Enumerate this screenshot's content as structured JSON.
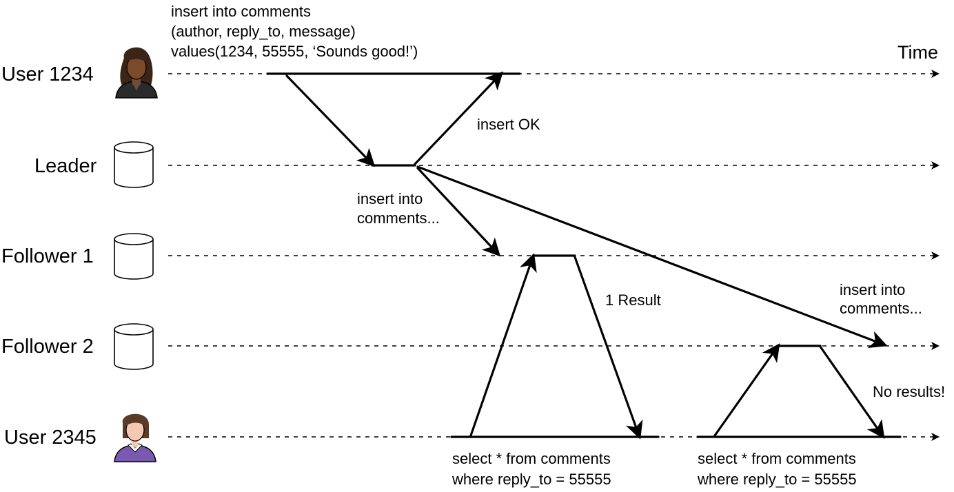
{
  "lanes": {
    "user1234": "User 1234",
    "leader": "Leader",
    "follower1": "Follower 1",
    "follower2": "Follower 2",
    "user2345": "User 2345"
  },
  "time_label": "Time",
  "messages": {
    "insert_sql": [
      "insert into comments",
      "(author, reply_to, message)",
      "values(1234, 55555, ‘Sounds good!’)"
    ],
    "insert_ok": "insert OK",
    "replicate_f1": [
      "insert into",
      "comments..."
    ],
    "replicate_f2": [
      "insert into",
      "comments..."
    ],
    "one_result": "1 Result",
    "no_results": "No results!",
    "query_1": [
      "select * from comments",
      "where reply_to = 55555"
    ],
    "query_2": [
      "select * from comments",
      "where reply_to = 55555"
    ]
  },
  "icons": {
    "user1234": "user-avatar-icon",
    "user2345": "user-avatar-icon",
    "leader": "database-icon",
    "follower1": "database-icon",
    "follower2": "database-icon"
  },
  "colors": {
    "user1234_skin": "#7a4a2a",
    "user1234_hair": "#3b2418",
    "user1234_clothes": "#2b2b2b",
    "user2345_skin": "#f3c9b1",
    "user2345_hair": "#5b3a27",
    "user2345_clothes": "#7a5ab0"
  }
}
